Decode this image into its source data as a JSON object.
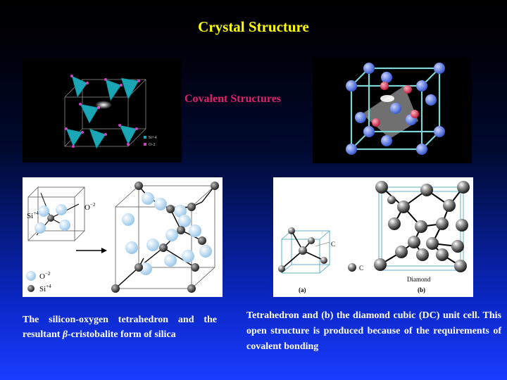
{
  "title": "Crystal Structure",
  "subheading": "Covalent Structures",
  "images": {
    "tetrahedra_legend": [
      "Si+4",
      "O-2"
    ],
    "cristobalite": {
      "label_oxygen": "O",
      "label_oxygen_sup": "−2",
      "label_silicon": "Si",
      "label_silicon_sup": "+4",
      "legend_oxygen": "O",
      "legend_oxygen_sup": "−2",
      "legend_silicon": "Si",
      "legend_silicon_sup": "+4"
    },
    "diamond": {
      "label_c_top": "C",
      "label_c_legend": "C",
      "label_diamond": "Diamond",
      "label_a": "(a)",
      "label_b": "(b)"
    }
  },
  "captions": {
    "left_before": "The silicon-oxygen tetrahedron and the resultant ",
    "left_beta": "β",
    "left_after": "-cristobalite form of silica",
    "right": "Tetrahedron and (b) the diamond cubic (DC) unit cell. This open structure is produced because of the requirements of covalent bonding"
  },
  "colors": {
    "title": "#ffff00",
    "subheading": "#e0206a",
    "caption": "#ffffff"
  }
}
